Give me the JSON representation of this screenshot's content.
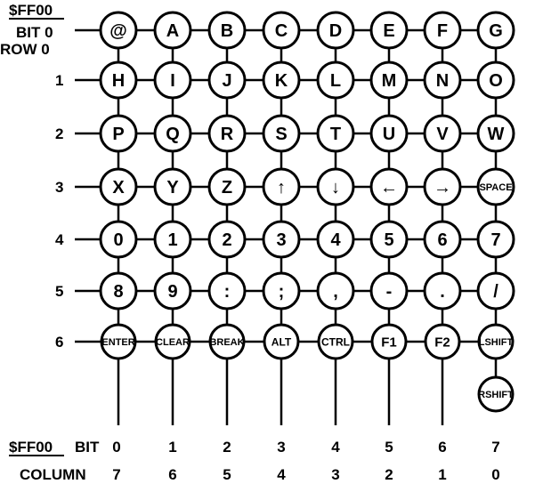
{
  "header": {
    "addr": "$FF00",
    "bit_line": "BIT 0",
    "row_line": "ROW 0"
  },
  "row_labels": [
    "1",
    "2",
    "3",
    "4",
    "5",
    "6"
  ],
  "rows": [
    [
      "@",
      "A",
      "B",
      "C",
      "D",
      "E",
      "F",
      "G"
    ],
    [
      "H",
      "I",
      "J",
      "K",
      "L",
      "M",
      "N",
      "O"
    ],
    [
      "P",
      "Q",
      "R",
      "S",
      "T",
      "U",
      "V",
      "W"
    ],
    [
      "X",
      "Y",
      "Z",
      "↑",
      "↓",
      "←",
      "→",
      "SPACE"
    ],
    [
      "0",
      "1",
      "2",
      "3",
      "4",
      "5",
      "6",
      "7"
    ],
    [
      "8",
      "9",
      ":",
      ";",
      ",",
      "-",
      ".",
      "/"
    ],
    [
      "ENTER",
      "CLEAR",
      "BREAK",
      "ALT",
      "CTRL",
      "F1",
      "F2",
      "LSHIFT"
    ]
  ],
  "extra_key": "RSHIFT",
  "footer": {
    "addr": "$FF00",
    "bit_word": "BIT",
    "bits": [
      "0",
      "1",
      "2",
      "3",
      "4",
      "5",
      "6",
      "7"
    ],
    "column_word": "COLUMN",
    "columns": [
      "7",
      "6",
      "5",
      "4",
      "3",
      "2",
      "1",
      "0"
    ]
  }
}
